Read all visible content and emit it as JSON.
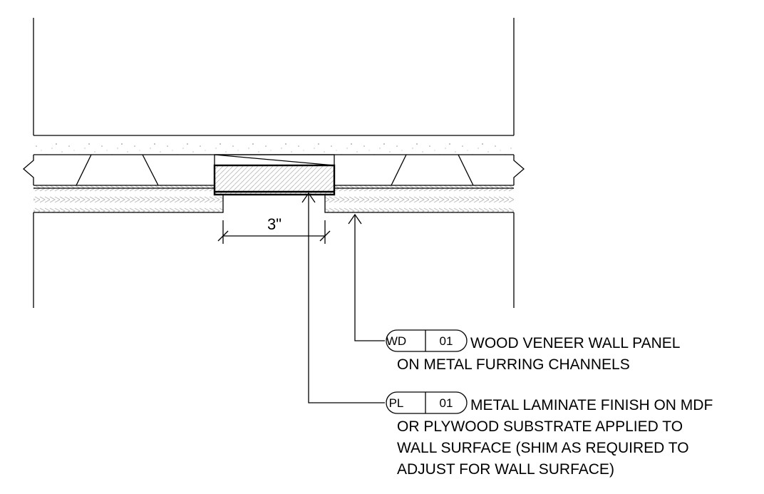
{
  "dimension": {
    "label": "3\""
  },
  "callouts": [
    {
      "code": "WD",
      "number": "01",
      "lines": [
        "WOOD VENEER WALL PANEL",
        "ON METAL FURRING CHANNELS"
      ]
    },
    {
      "code": "PL",
      "number": "01",
      "lines": [
        "METAL LAMINATE FINISH ON MDF",
        "OR PLYWOOD SUBSTRATE APPLIED TO",
        "WALL SURFACE (SHIM AS REQUIRED TO",
        "ADJUST FOR WALL SURFACE)"
      ]
    }
  ]
}
